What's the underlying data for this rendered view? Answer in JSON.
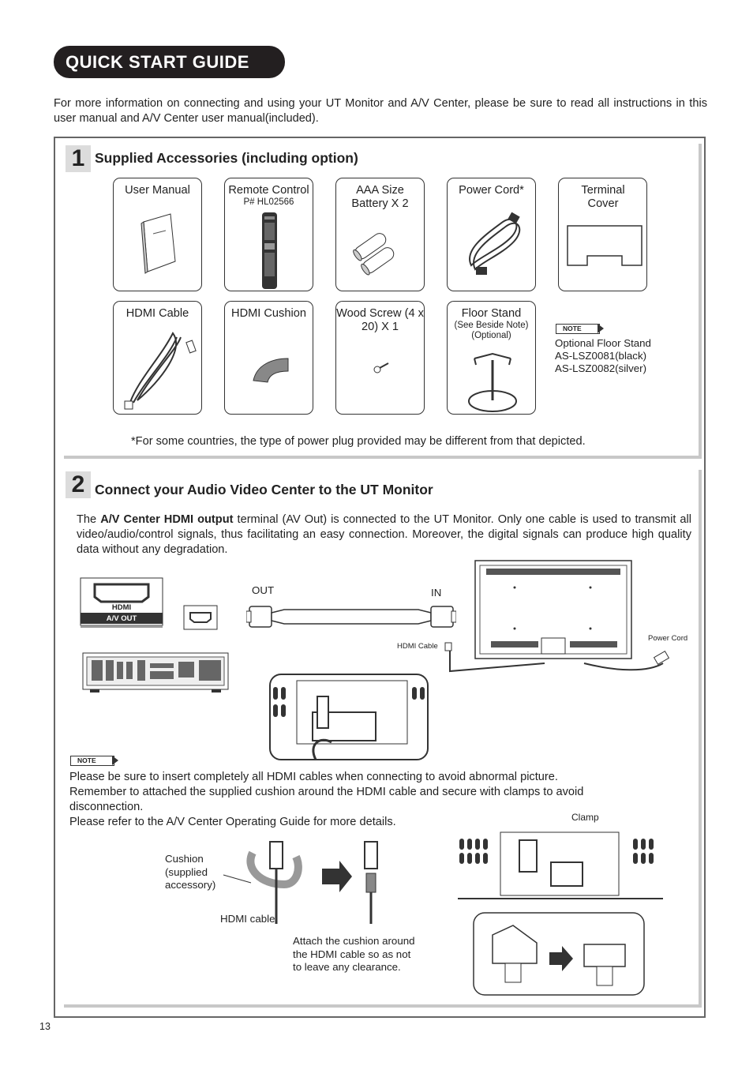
{
  "header": {
    "title": "QUICK START GUIDE"
  },
  "intro": "For more information on connecting and using your UT Monitor and A/V Center, please be sure to read all instructions in this user manual and A/V Center user manual(included).",
  "section1": {
    "number": "1",
    "title": "Supplied Accessories (including option)",
    "items": [
      {
        "label": "User Manual",
        "sub": ""
      },
      {
        "label": "Remote Control",
        "sub": "P# HL02566"
      },
      {
        "label": "AAA Size Battery X 2",
        "sub": ""
      },
      {
        "label": "Power Cord*",
        "sub": ""
      },
      {
        "label": "Terminal Cover",
        "sub": ""
      },
      {
        "label": "HDMI Cable",
        "sub": ""
      },
      {
        "label": "HDMI Cushion",
        "sub": ""
      },
      {
        "label": "Wood Screw (4 x 20) X 1",
        "sub": ""
      },
      {
        "label": "Floor Stand",
        "sub": "(See Beside Note)",
        "sub2": "(Optional)"
      }
    ],
    "note_tag": "NOTE",
    "note_lines": [
      "Optional Floor Stand",
      "AS-LSZ0081(black)",
      "AS-LSZ0082(silver)"
    ],
    "footnote": "*For some countries, the type of power plug provided may be different from that depicted."
  },
  "section2": {
    "number": "2",
    "title": "Connect your Audio Video Center to the UT Monitor",
    "para_pre": "The ",
    "para_bold": "A/V Center HDMI output",
    "para_post": " terminal (AV Out) is connected to the UT Monitor. Only one cable is used to transmit all video/audio/control signals, thus facilitating an easy connection. Moreover, the digital signals can produce high quality data without any degradation.",
    "diagram": {
      "hdmi_label": "HDMI",
      "av_out_label": "A/V OUT",
      "out_label": "OUT",
      "in_label": "IN",
      "hdmi_cable_label": "HDMI Cable",
      "power_cord_label": "Power Cord"
    },
    "note_tag": "NOTE",
    "note_lines": [
      "Please be sure to insert completely all HDMI  cables when connecting to avoid abnormal picture.",
      "Remember to attached the supplied cushion around the HDMI cable and secure with clamps to avoid disconnection.",
      "Please refer to the A/V Center Operating Guide for more details."
    ],
    "cushion_label": [
      "Cushion",
      "(supplied",
      "accessory)"
    ],
    "hdmi_cable_small": "HDMI cable",
    "attach_text": [
      "Attach the cushion around",
      "the HDMI cable so as not",
      "to leave any clearance."
    ],
    "clamp_label": "Clamp"
  },
  "page_number": "13"
}
